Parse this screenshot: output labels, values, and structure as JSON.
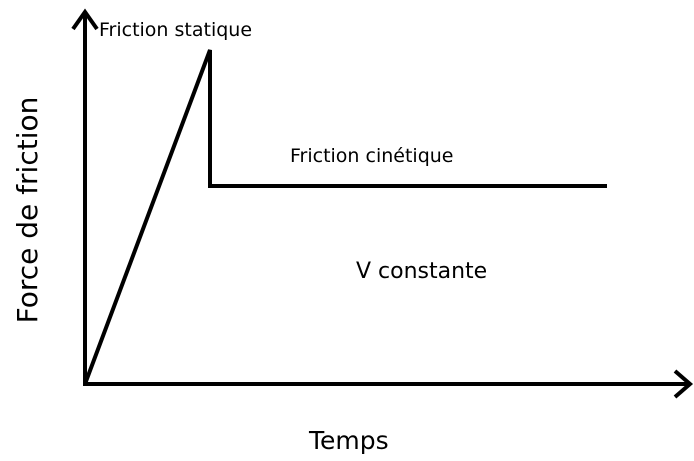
{
  "diagram": {
    "y_axis_label": "Force de friction",
    "x_axis_label": "Temps",
    "static_label": "Friction statique",
    "kinetic_label": "Friction cinétique",
    "condition_label": "V constante",
    "line_color": "#000000",
    "background": "#ffffff"
  }
}
